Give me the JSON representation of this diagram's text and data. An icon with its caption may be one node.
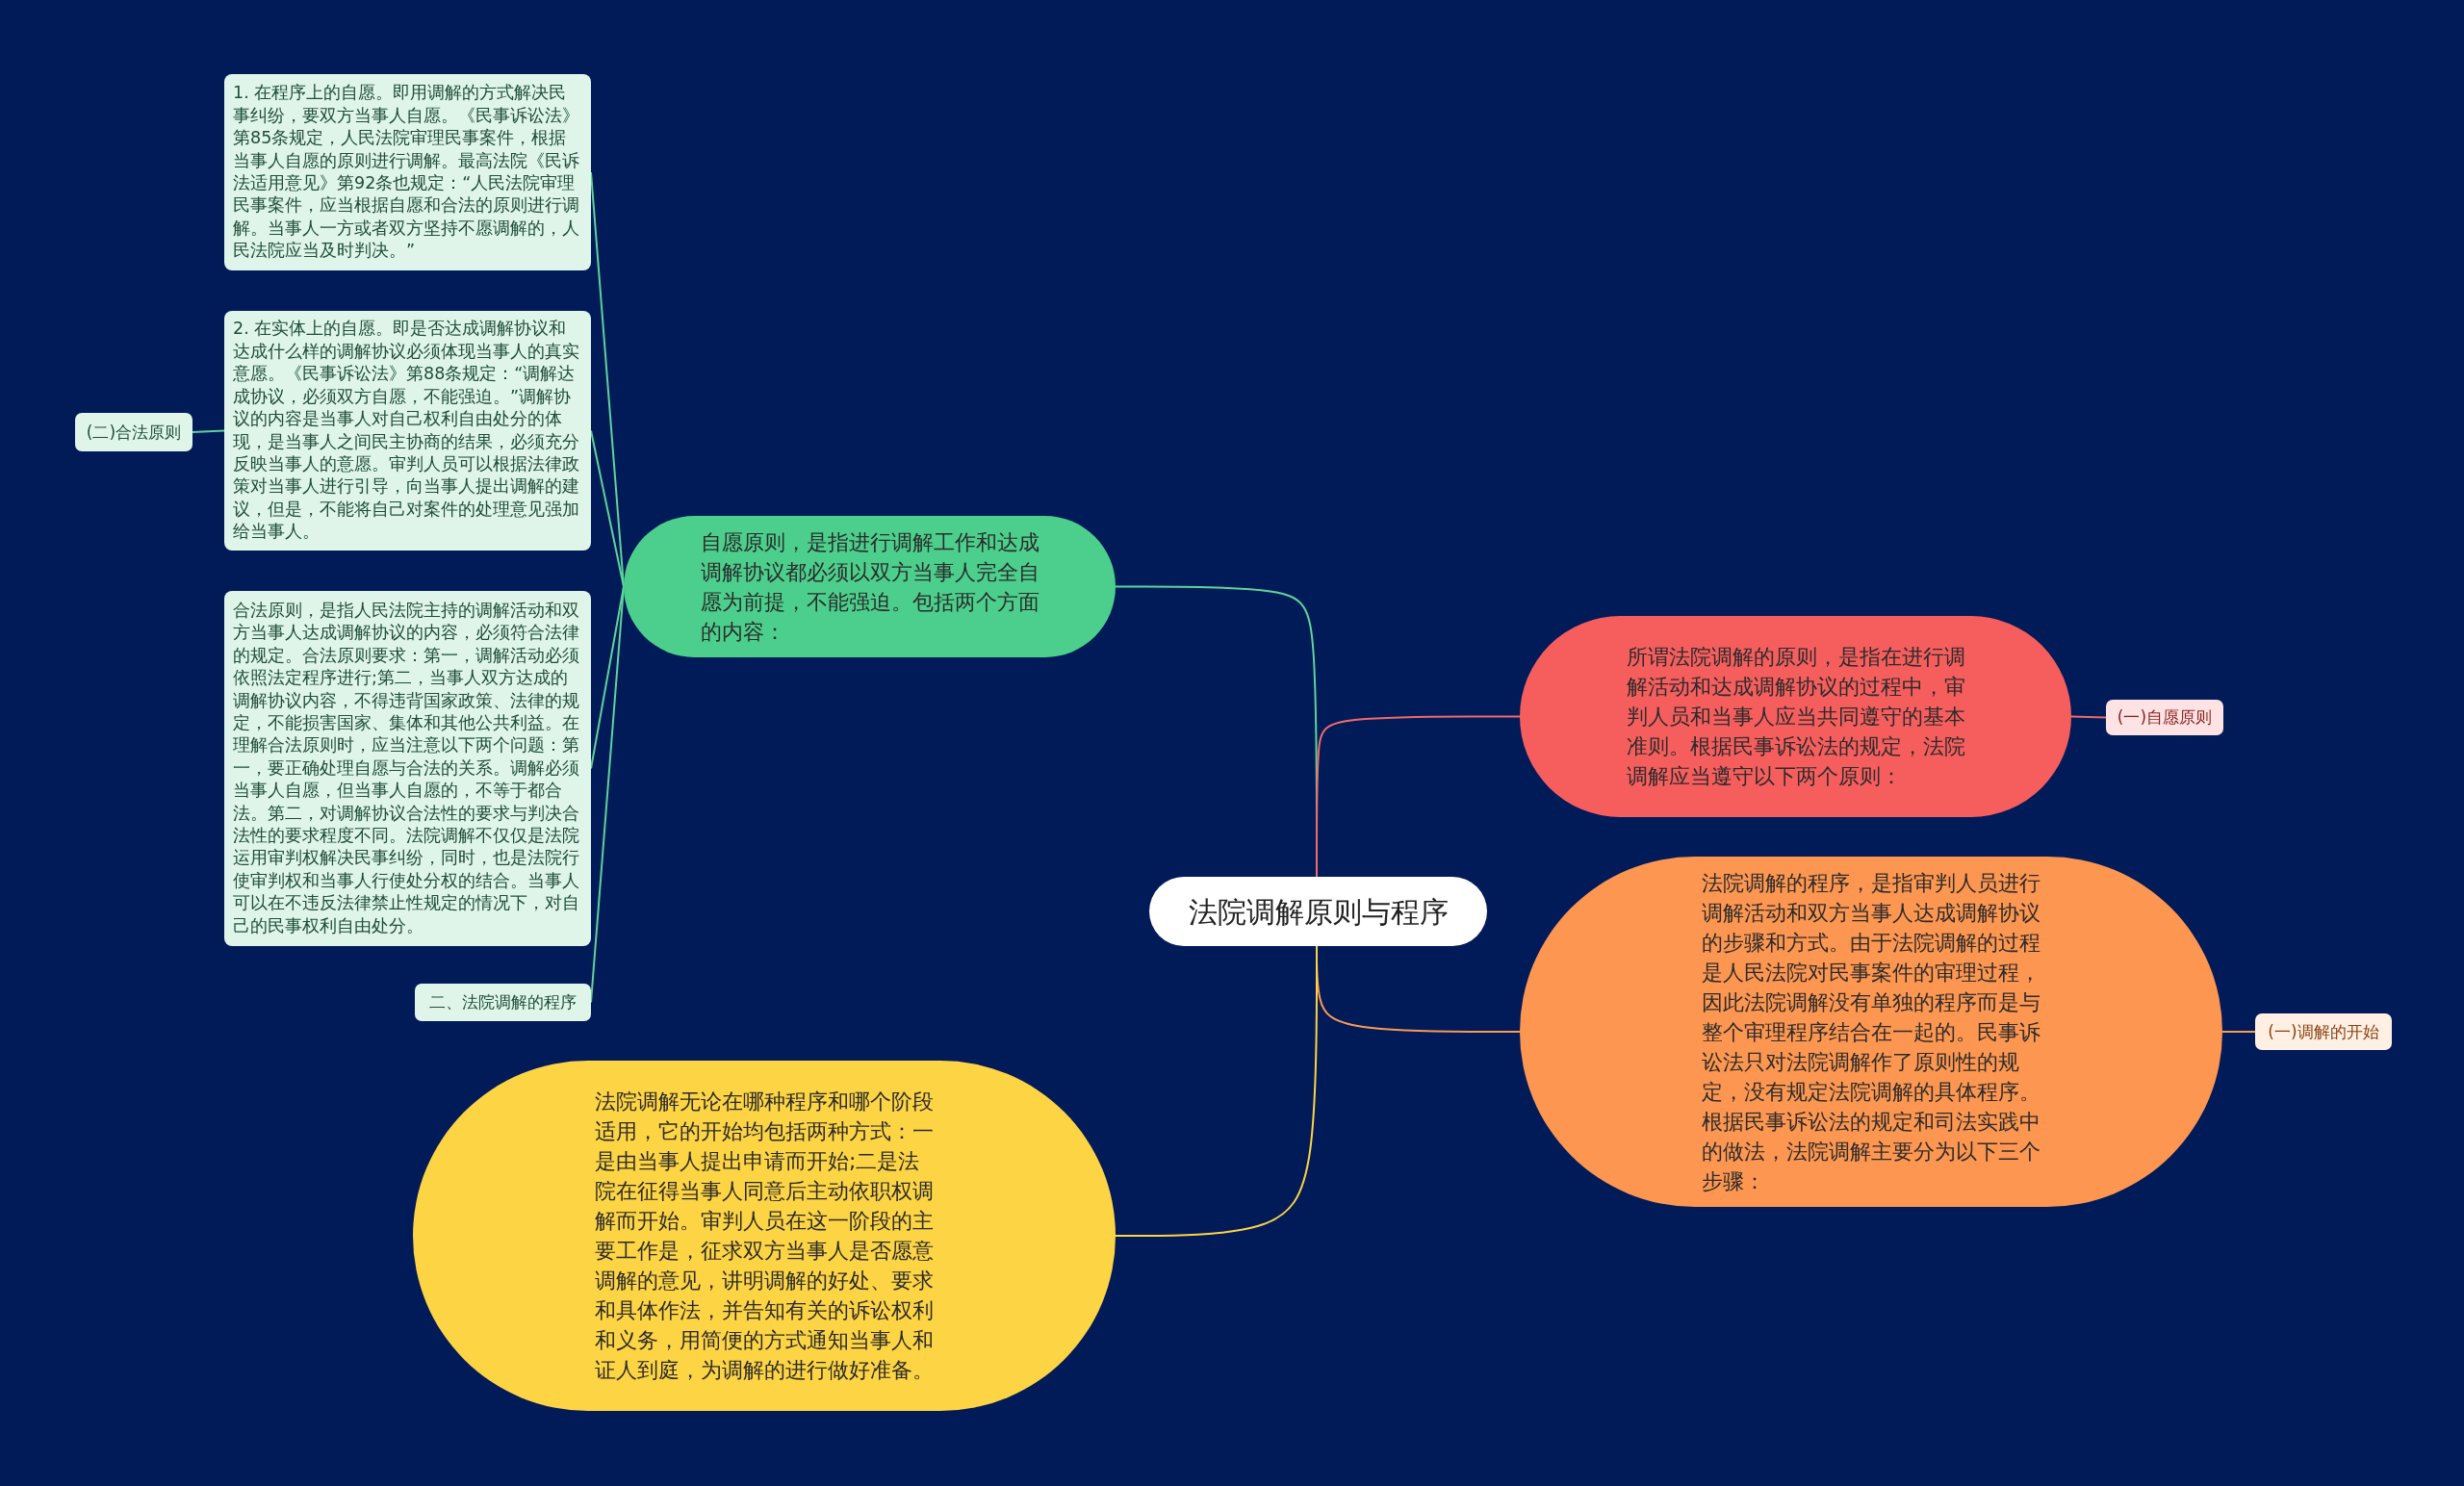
{
  "diagram": {
    "nodes": [
      {
        "text": [
          "法院调解原则与程序"
        ]
      },
      {
        "text": [
          "自愿原则，是指进行调解工作和达成调解协议都必须以双方当事人完全自愿为前提，不能强迫。包括两个方面的内容："
        ]
      },
      {
        "text": [
          "所谓法院调解的原则，是指在进行调解活动和达成调解协议的过程中，审判人员和当事人应当共同遵守的基本准则。根据民事诉讼法的规定，法院调解应当遵守以下两个原则："
        ]
      },
      {
        "text": [
          "法院调解的程序，是指审判人员进行调解活动和双方当事人达成调解协议的步骤和方式。由于法院调解的过程是人民法院对民事案件的审理过程，因此法院调解没有单独的程序而是与整个审理程序结合在一起的。民事诉讼法只对法院调解作了原则性的规定，没有规定法院调解的具体程序。根据民事诉讼法的规定和司法实践中的做法，法院调解主要分为以下三个步骤："
        ]
      },
      {
        "text": [
          "法院调解无论在哪种程序和哪个阶段适用，它的开始均包括两种方式：一是由当事人提出申请而开始;二是法院在征得当事人同意后主动依职权调解而开始。审判人员在这一阶段的主要工作是，征求双方当事人是否愿意调解的意见，讲明调解的好处、要求和具体作法，并告知有关的诉讼权利和义务，用简便的方式通知当事人和证人到庭，为调解的进行做好准备。"
        ]
      },
      {
        "text": [
          "(一)自愿原则"
        ]
      },
      {
        "text": [
          "(一)调解的开始"
        ]
      },
      {
        "text": [
          "1. 在程序上的自愿。即用调解的方式解决民事纠纷，要双方当事人自愿。《民事诉讼法》第85条规定，人民法院审理民事案件，根据当事人自愿的原则进行调解。最高法院《民诉法适用意见》第92条也规定：“人民法院审理民事案件，应当根据自愿和合法的原则进行调解。当事人一方或者双方坚持不愿调解的，人民法院应当及时判决。”"
        ]
      },
      {
        "text": [
          "2. 在实体上的自愿。即是否达成调解协议和达成什么样的调解协议必须体现当事人的真实意愿。《民事诉讼法》第88条规定：“调解达成协议，必须双方自愿，不能强迫。”调解协议的内容是当事人对自己权利自由处分的体现，是当事人之间民主协商的结果，必须充分反映当事人的意愿。审判人员可以根据法律政策对当事人进行引导，向当事人提出调解的建议，但是，不能将自己对案件的处理意见强加给当事人。"
        ]
      },
      {
        "text": [
          "(二)合法原则"
        ]
      },
      {
        "text": [
          "合法原则，是指人民法院主持的调解活动和双方当事人达成调解协议的内容，必须符合法律的规定。合法原则要求：第一，调解活动必须依照法定程序进行;第二，当事人双方达成的调解协议内容，不得违背国家政策、法律的规定，不能损害国家、集体和其他公共利益。在理解合法原则时，应当注意以下两个问题：第一，要正确处理自愿与合法的关系。调解必须当事人自愿，但当事人自愿的，不等于都合法。第二，对调解协议合法性的要求与判决合法性的要求程度不同。法院调解不仅仅是法院运用审判权解决民事纠纷，同时，也是法院行使审判权和当事人行使处分权的结合。当事人可以在不违反法律禁止性规定的情况下，对自己的民事权利自由处分。"
        ]
      },
      {
        "text": [
          "二、法院调解的程序"
        ]
      }
    ],
    "edges": [
      {
        "from": 0,
        "to": 1,
        "arrow": "none"
      },
      {
        "from": 0,
        "to": 2,
        "arrow": "none",
        "color": "#f06a6a"
      },
      {
        "from": 0,
        "to": 3,
        "arrow": "none",
        "color": "#f99a55"
      },
      {
        "from": 0,
        "to": 4,
        "arrow": "none",
        "color": "#fdd444"
      },
      {
        "from": 2,
        "to": 5,
        "arrow": "none",
        "color": "#f06a6a"
      },
      {
        "from": 3,
        "to": 6,
        "arrow": "none",
        "color": "#f99a55"
      },
      {
        "from": 1,
        "to": 7,
        "arrow": "none"
      },
      {
        "from": 1,
        "to": 8,
        "arrow": "none"
      },
      {
        "from": 8,
        "to": 9,
        "arrow": "none"
      },
      {
        "from": 1,
        "to": 10,
        "arrow": "none"
      },
      {
        "from": 1,
        "to": 11,
        "arrow": "none"
      }
    ]
  }
}
